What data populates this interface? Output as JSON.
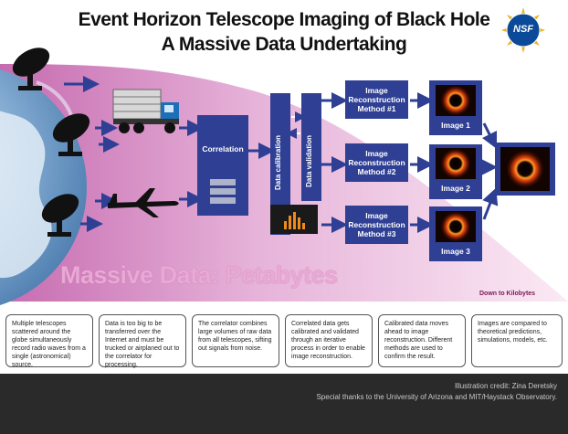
{
  "header": {
    "title_line1": "Event Horizon Telescope Imaging of Black Hole",
    "title_line2": "A Massive Data Undertaking",
    "logo_text": "NSF"
  },
  "pipeline": {
    "correlation_label": "Correlation",
    "calibration_label": "Data calibration",
    "validation_label": "Data validation",
    "methods": [
      "Image Reconstruction Method #1",
      "Image Reconstruction Method #2",
      "Image Reconstruction Method #3"
    ],
    "images": [
      "Image 1",
      "Image 2",
      "Image 3"
    ]
  },
  "banner": {
    "massive_label": "Massive Data: Petabytes",
    "down_label": "Down to Kilobytes"
  },
  "descriptions": [
    "Multiple telescopes scattered around the globe simultaneously record radio waves from a single (astronomical) source.",
    "Data is too big to be transferred over the Internet and must be trucked or airplaned out to the correlator for processing.",
    "The correlator combines large volumes of raw data from all telescopes, sifting out signals from noise.",
    "Correlated data gets calibrated and validated through an iterative process in order to enable image reconstruction.",
    "Calibrated data moves ahead to image reconstruction. Different methods are used to confirm the result.",
    "Images are compared to theoretical predictions, simulations, models, etc."
  ],
  "footer": {
    "credit": "Illustration credit: Zina Deretsky",
    "thanks": "Special thanks to the University of Arizona and MIT/Haystack Observatory."
  },
  "colors": {
    "pipeline_blue": "#2e3f94",
    "banner_pink": "#e8a9d4",
    "footer_dark": "#2a2a2a"
  }
}
